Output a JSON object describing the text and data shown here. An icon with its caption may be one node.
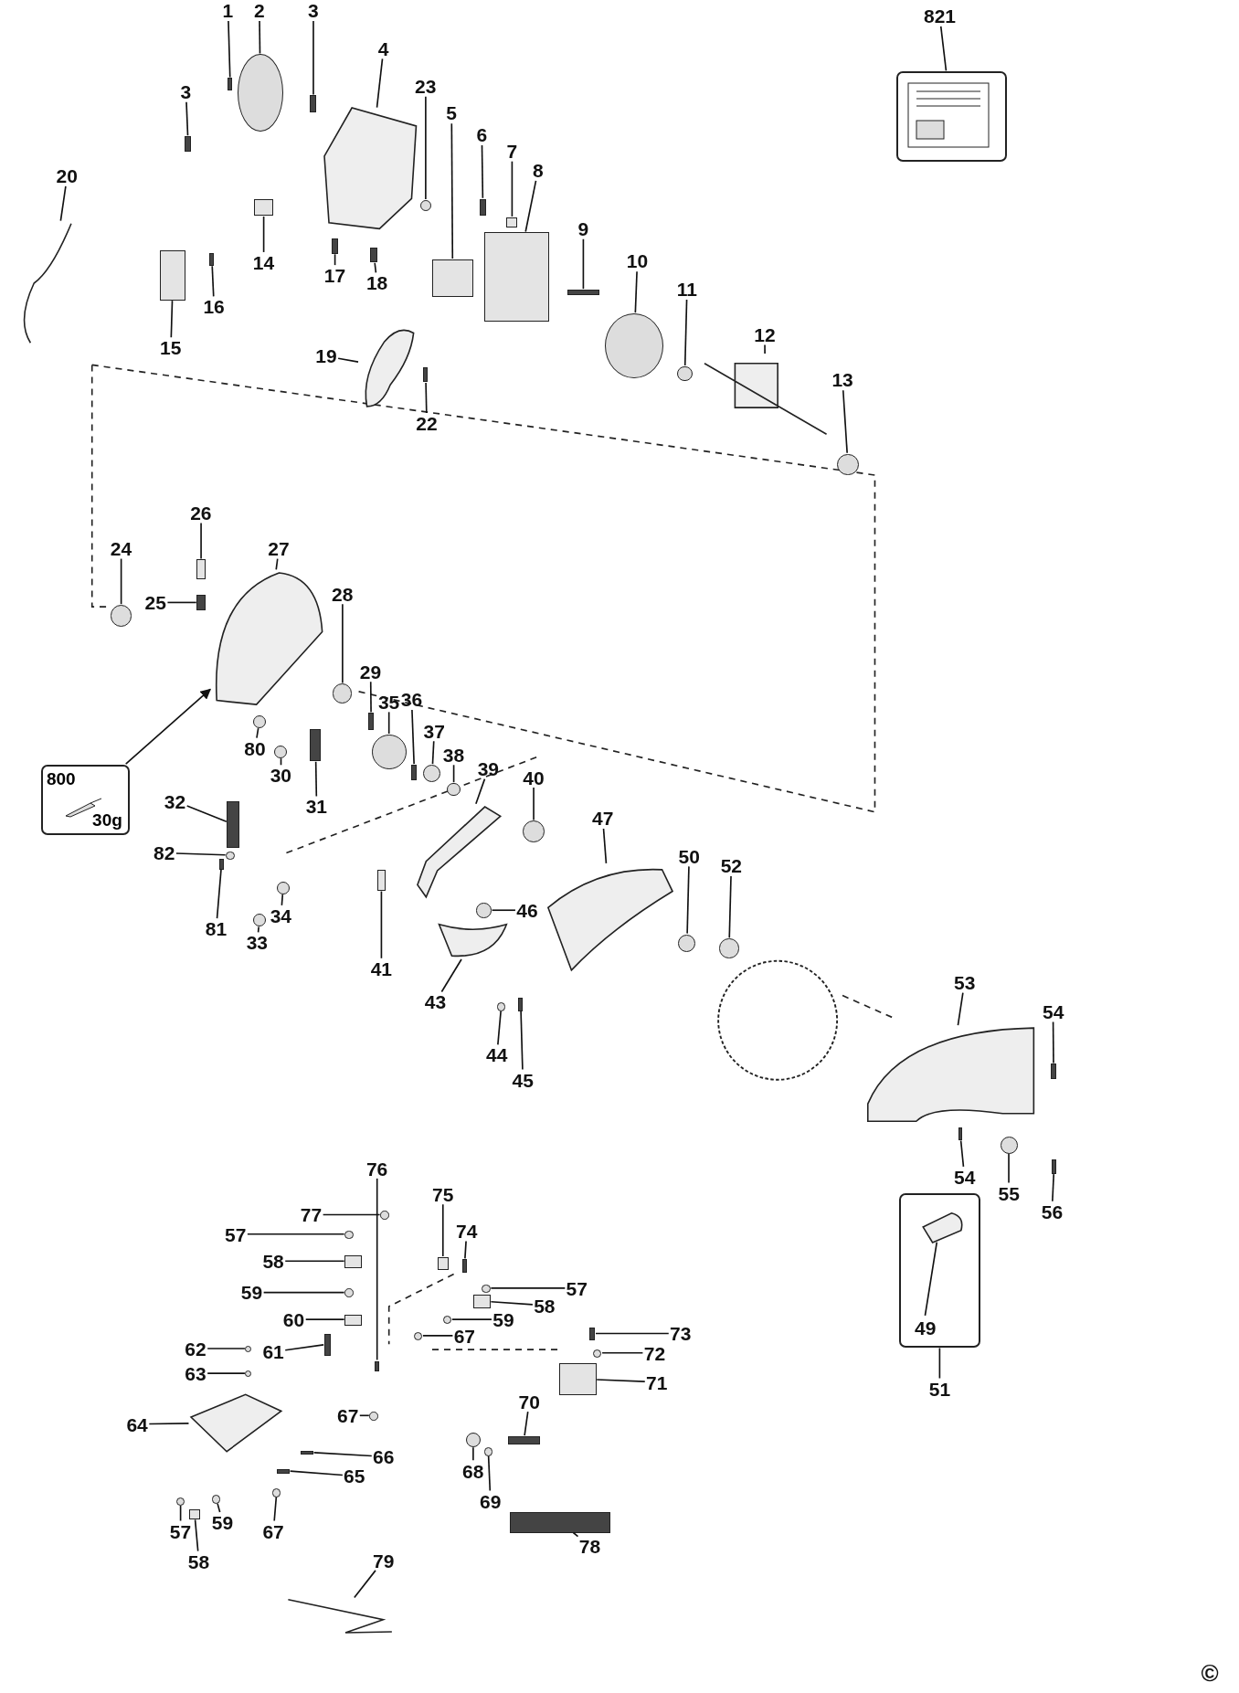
{
  "diagram": {
    "nodes": [
      {
        "text": [
          "1"
        ]
      },
      {
        "text": [],
        "shape": "bar"
      },
      {
        "text": [
          "2"
        ]
      },
      {
        "text": [],
        "shape": "circle"
      },
      {
        "text": [
          "3"
        ]
      },
      {
        "text": [],
        "shape": "bar"
      },
      {
        "text": [
          "821"
        ]
      },
      {
        "text": [],
        "shape": "box"
      },
      {
        "text": [
          "4"
        ]
      },
      {
        "text": [],
        "shape": "picture"
      },
      {
        "text": [
          "23"
        ]
      },
      {
        "text": [],
        "shape": "circle"
      },
      {
        "text": [
          "3"
        ]
      },
      {
        "text": [],
        "shape": "bar"
      },
      {
        "text": [
          "5"
        ]
      },
      {
        "text": [],
        "shape": "box"
      },
      {
        "text": [
          "6"
        ]
      },
      {
        "text": [],
        "shape": "bar"
      },
      {
        "text": [
          "7"
        ]
      },
      {
        "text": [],
        "shape": "box"
      },
      {
        "text": [
          "8"
        ]
      },
      {
        "text": [],
        "shape": "box"
      },
      {
        "text": [
          "20"
        ]
      },
      {
        "text": [],
        "shape": "picture"
      },
      {
        "text": [
          "9"
        ]
      },
      {
        "text": [],
        "shape": "bar"
      },
      {
        "text": [
          "10"
        ]
      },
      {
        "text": [],
        "shape": "circle"
      },
      {
        "text": [
          "14"
        ]
      },
      {
        "text": [],
        "shape": "box"
      },
      {
        "text": [
          "17"
        ]
      },
      {
        "text": [],
        "shape": "bar"
      },
      {
        "text": [
          "18"
        ]
      },
      {
        "text": [],
        "shape": "bar"
      },
      {
        "text": [
          "11"
        ]
      },
      {
        "text": [],
        "shape": "circle"
      },
      {
        "text": [
          "16"
        ]
      },
      {
        "text": [],
        "shape": "bar"
      },
      {
        "text": [
          "12"
        ]
      },
      {
        "text": [],
        "shape": "picture"
      },
      {
        "text": [
          "15"
        ]
      },
      {
        "text": [],
        "shape": "box"
      },
      {
        "text": [
          "19"
        ]
      },
      {
        "text": [],
        "shape": "picture"
      },
      {
        "text": [
          "13"
        ]
      },
      {
        "text": [],
        "shape": "circle"
      },
      {
        "text": [
          "22"
        ]
      },
      {
        "text": [],
        "shape": "bar"
      },
      {
        "text": [
          "26"
        ]
      },
      {
        "text": [],
        "shape": "box"
      },
      {
        "text": [
          "24"
        ]
      },
      {
        "text": [],
        "shape": "circle"
      },
      {
        "text": [
          "27"
        ]
      },
      {
        "text": [],
        "shape": "picture"
      },
      {
        "text": [
          "28"
        ]
      },
      {
        "text": [],
        "shape": "circle"
      },
      {
        "text": [
          "25"
        ]
      },
      {
        "text": [],
        "shape": "bar"
      },
      {
        "text": [
          "29"
        ]
      },
      {
        "text": [],
        "shape": "bar"
      },
      {
        "text": [
          "36"
        ]
      },
      {
        "text": [],
        "shape": "bar"
      },
      {
        "text": [
          "35"
        ]
      },
      {
        "text": [],
        "shape": "circle"
      },
      {
        "text": [
          "37"
        ]
      },
      {
        "text": [],
        "shape": "circle"
      },
      {
        "text": [
          "80"
        ]
      },
      {
        "text": [],
        "shape": "circle"
      },
      {
        "text": [
          "38"
        ]
      },
      {
        "text": [],
        "shape": "circle"
      },
      {
        "text": [
          "800",
          "30g"
        ]
      },
      {
        "text": [
          "39"
        ]
      },
      {
        "text": [],
        "shape": "picture"
      },
      {
        "text": [
          "30"
        ]
      },
      {
        "text": [],
        "shape": "circle"
      },
      {
        "text": [
          "40"
        ]
      },
      {
        "text": [],
        "shape": "circle"
      },
      {
        "text": [
          "32"
        ]
      },
      {
        "text": [],
        "shape": "bar"
      },
      {
        "text": [
          "31"
        ]
      },
      {
        "text": [],
        "shape": "bar"
      },
      {
        "text": [
          "47"
        ]
      },
      {
        "text": [],
        "shape": "picture"
      },
      {
        "text": [
          "82"
        ]
      },
      {
        "text": [],
        "shape": "circle"
      },
      {
        "text": [
          "50"
        ]
      },
      {
        "text": [],
        "shape": "circle"
      },
      {
        "text": [
          "52"
        ]
      },
      {
        "text": [],
        "shape": "circle"
      },
      {
        "text": [
          "46"
        ]
      },
      {
        "text": [],
        "shape": "circle"
      },
      {
        "text": [
          "34"
        ]
      },
      {
        "text": [],
        "shape": "circle"
      },
      {
        "text": [
          "81"
        ]
      },
      {
        "text": [],
        "shape": "bar"
      },
      {
        "text": [
          "33"
        ]
      },
      {
        "text": [],
        "shape": "circle"
      },
      {
        "text": [
          "41"
        ]
      },
      {
        "text": [],
        "shape": "box"
      },
      {
        "text": [
          "43"
        ]
      },
      {
        "text": [],
        "shape": "picture"
      },
      {
        "text": [
          "53"
        ]
      },
      {
        "text": [],
        "shape": "picture"
      },
      {
        "text": [
          "54"
        ]
      },
      {
        "text": [],
        "shape": "bar"
      },
      {
        "text": [
          "44"
        ]
      },
      {
        "text": [],
        "shape": "circle"
      },
      {
        "text": [
          "45"
        ]
      },
      {
        "text": [],
        "shape": "bar"
      },
      {
        "text": [
          "76"
        ]
      },
      {
        "text": [],
        "shape": "bar"
      },
      {
        "text": [
          "54"
        ]
      },
      {
        "text": [],
        "shape": "bar"
      },
      {
        "text": [
          "55"
        ]
      },
      {
        "text": [],
        "shape": "circle"
      },
      {
        "text": [],
        "shape": "box"
      },
      {
        "text": [
          "49"
        ],
        "in": 115
      },
      {
        "text": [],
        "shape": "picture",
        "in": 115
      },
      {
        "text": [
          "75"
        ]
      },
      {
        "text": [],
        "shape": "box"
      },
      {
        "text": [
          "56"
        ]
      },
      {
        "text": [],
        "shape": "bar"
      },
      {
        "text": [
          "77"
        ]
      },
      {
        "text": [],
        "shape": "circle"
      },
      {
        "text": [
          "74"
        ]
      },
      {
        "text": [],
        "shape": "bar"
      },
      {
        "text": [
          "57"
        ]
      },
      {
        "text": [],
        "shape": "circle"
      },
      {
        "text": [
          "58"
        ]
      },
      {
        "text": [],
        "shape": "box"
      },
      {
        "text": [
          "57"
        ]
      },
      {
        "text": [],
        "shape": "circle"
      },
      {
        "text": [
          "59"
        ]
      },
      {
        "text": [],
        "shape": "circle"
      },
      {
        "text": [
          "58"
        ]
      },
      {
        "text": [],
        "shape": "box"
      },
      {
        "text": [
          "60"
        ]
      },
      {
        "text": [],
        "shape": "box"
      },
      {
        "text": [
          "59"
        ]
      },
      {
        "text": [],
        "shape": "circle"
      },
      {
        "text": [
          "73"
        ]
      },
      {
        "text": [],
        "shape": "bar"
      },
      {
        "text": [
          "67"
        ]
      },
      {
        "text": [],
        "shape": "circle"
      },
      {
        "text": [
          "62"
        ]
      },
      {
        "text": [],
        "shape": "circle"
      },
      {
        "text": [
          "61"
        ]
      },
      {
        "text": [],
        "shape": "bar"
      },
      {
        "text": [
          "72"
        ]
      },
      {
        "text": [],
        "shape": "circle"
      },
      {
        "text": [
          "63"
        ]
      },
      {
        "text": [],
        "shape": "circle"
      },
      {
        "text": [
          "71"
        ]
      },
      {
        "text": [],
        "shape": "box"
      },
      {
        "text": [
          "51"
        ]
      },
      {
        "text": [
          "70"
        ]
      },
      {
        "text": [],
        "shape": "bar"
      },
      {
        "text": [
          "67"
        ]
      },
      {
        "text": [],
        "shape": "circle"
      },
      {
        "text": [
          "64"
        ]
      },
      {
        "text": [],
        "shape": "picture"
      },
      {
        "text": [
          "66"
        ]
      },
      {
        "text": [],
        "shape": "bar"
      },
      {
        "text": [
          "68"
        ]
      },
      {
        "text": [],
        "shape": "circle"
      },
      {
        "text": [
          "65"
        ]
      },
      {
        "text": [],
        "shape": "bar"
      },
      {
        "text": [
          "69"
        ]
      },
      {
        "text": [],
        "shape": "circle"
      },
      {
        "text": [
          "59"
        ]
      },
      {
        "text": [],
        "shape": "circle"
      },
      {
        "text": [
          "57"
        ]
      },
      {
        "text": [],
        "shape": "circle"
      },
      {
        "text": [
          "67"
        ]
      },
      {
        "text": [],
        "shape": "circle"
      },
      {
        "text": [
          "78"
        ]
      },
      {
        "text": [],
        "shape": "bar"
      },
      {
        "text": [
          "58"
        ]
      },
      {
        "text": [],
        "shape": "box"
      },
      {
        "text": [
          "79"
        ]
      },
      {
        "text": [],
        "shape": "picture"
      }
    ],
    "edges": [
      {
        "from": 0,
        "to": 1,
        "arrow": "none"
      },
      {
        "from": 2,
        "to": 3,
        "arrow": "none"
      },
      {
        "from": 4,
        "to": 5,
        "arrow": "none"
      },
      {
        "from": 6,
        "to": 7,
        "arrow": "none"
      },
      {
        "from": 8,
        "to": 9,
        "arrow": "none"
      },
      {
        "from": 10,
        "to": 11,
        "arrow": "none"
      },
      {
        "from": 12,
        "to": 13,
        "arrow": "none"
      },
      {
        "from": 14,
        "to": 15,
        "arrow": "none"
      },
      {
        "from": 16,
        "to": 17,
        "arrow": "none"
      },
      {
        "from": 18,
        "to": 19,
        "arrow": "none"
      },
      {
        "from": 20,
        "to": 21,
        "arrow": "none"
      },
      {
        "from": 22,
        "to": 23,
        "arrow": "none"
      },
      {
        "from": 24,
        "to": 25,
        "arrow": "none"
      },
      {
        "from": 26,
        "to": 27,
        "arrow": "none"
      },
      {
        "from": 28,
        "to": 29,
        "arrow": "none"
      },
      {
        "from": 30,
        "to": 31,
        "arrow": "none"
      },
      {
        "from": 32,
        "to": 33,
        "arrow": "none"
      },
      {
        "from": 34,
        "to": 35,
        "arrow": "none"
      },
      {
        "from": 36,
        "to": 37,
        "arrow": "none"
      },
      {
        "from": 38,
        "to": 39,
        "arrow": "none"
      },
      {
        "from": 40,
        "to": 41,
        "arrow": "none"
      },
      {
        "from": 42,
        "to": 43,
        "arrow": "none"
      },
      {
        "from": 44,
        "to": 45,
        "arrow": "none"
      },
      {
        "from": 46,
        "to": 47,
        "arrow": "none"
      },
      {
        "from": 48,
        "to": 49,
        "arrow": "none"
      },
      {
        "from": 50,
        "to": 51,
        "arrow": "none"
      },
      {
        "from": 52,
        "to": 53,
        "arrow": "none"
      },
      {
        "from": 54,
        "to": 55,
        "arrow": "none"
      },
      {
        "from": 56,
        "to": 57,
        "arrow": "none"
      },
      {
        "from": 58,
        "to": 59,
        "arrow": "none"
      },
      {
        "from": 60,
        "to": 61,
        "arrow": "none"
      },
      {
        "from": 62,
        "to": 63,
        "arrow": "none"
      },
      {
        "from": 64,
        "to": 65,
        "arrow": "none"
      },
      {
        "from": 66,
        "to": 67,
        "arrow": "none"
      },
      {
        "from": 68,
        "to": 69,
        "arrow": "none"
      },
      {
        "from": 70,
        "to": 53,
        "arrow": "to"
      },
      {
        "from": 71,
        "to": 72,
        "arrow": "none"
      },
      {
        "from": 73,
        "to": 74,
        "arrow": "none"
      },
      {
        "from": 75,
        "to": 76,
        "arrow": "none"
      },
      {
        "from": 77,
        "to": 78,
        "arrow": "none"
      },
      {
        "from": 79,
        "to": 80,
        "arrow": "none"
      },
      {
        "from": 81,
        "to": 82,
        "arrow": "none"
      },
      {
        "from": 83,
        "to": 84,
        "arrow": "none"
      },
      {
        "from": 85,
        "to": 86,
        "arrow": "none"
      },
      {
        "from": 87,
        "to": 88,
        "arrow": "none"
      },
      {
        "from": 89,
        "to": 90,
        "arrow": "none"
      },
      {
        "from": 91,
        "to": 92,
        "arrow": "none"
      },
      {
        "from": 93,
        "to": 94,
        "arrow": "none"
      },
      {
        "from": 95,
        "to": 96,
        "arrow": "none"
      },
      {
        "from": 97,
        "to": 98,
        "arrow": "none"
      },
      {
        "from": 99,
        "to": 100,
        "arrow": "none"
      },
      {
        "from": 101,
        "to": 102,
        "arrow": "none"
      },
      {
        "from": 103,
        "to": 104,
        "arrow": "none"
      },
      {
        "from": 105,
        "to": 106,
        "arrow": "none"
      },
      {
        "from": 107,
        "to": 108,
        "arrow": "none"
      },
      {
        "from": 109,
        "to": 110,
        "arrow": "none"
      },
      {
        "from": 111,
        "to": 112,
        "arrow": "none"
      },
      {
        "from": 113,
        "to": 114,
        "arrow": "none"
      },
      {
        "from": 116,
        "to": 117,
        "arrow": "none"
      },
      {
        "from": 118,
        "to": 119,
        "arrow": "none"
      },
      {
        "from": 120,
        "to": 121,
        "arrow": "none"
      },
      {
        "from": 122,
        "to": 123,
        "arrow": "none"
      },
      {
        "from": 124,
        "to": 125,
        "arrow": "none"
      },
      {
        "from": 126,
        "to": 127,
        "arrow": "none"
      },
      {
        "from": 128,
        "to": 129,
        "arrow": "none"
      },
      {
        "from": 130,
        "to": 131,
        "arrow": "none"
      },
      {
        "from": 132,
        "to": 133,
        "arrow": "none"
      },
      {
        "from": 134,
        "to": 135,
        "arrow": "none"
      },
      {
        "from": 136,
        "to": 137,
        "arrow": "none"
      },
      {
        "from": 138,
        "to": 139,
        "arrow": "none"
      },
      {
        "from": 140,
        "to": 141,
        "arrow": "none"
      },
      {
        "from": 142,
        "to": 143,
        "arrow": "none"
      },
      {
        "from": 144,
        "to": 145,
        "arrow": "none"
      },
      {
        "from": 146,
        "to": 147,
        "arrow": "none"
      },
      {
        "from": 148,
        "to": 149,
        "arrow": "none"
      },
      {
        "from": 150,
        "to": 151,
        "arrow": "none"
      },
      {
        "from": 152,
        "to": 153,
        "arrow": "none"
      },
      {
        "from": 154,
        "to": 115,
        "arrow": "none"
      },
      {
        "from": 155,
        "to": 156,
        "arrow": "none"
      },
      {
        "from": 157,
        "to": 158,
        "arrow": "none"
      },
      {
        "from": 159,
        "to": 160,
        "arrow": "none"
      },
      {
        "from": 161,
        "to": 162,
        "arrow": "none"
      },
      {
        "from": 163,
        "to": 164,
        "arrow": "none"
      },
      {
        "from": 165,
        "to": 166,
        "arrow": "none"
      },
      {
        "from": 167,
        "to": 168,
        "arrow": "none"
      },
      {
        "from": 169,
        "to": 170,
        "arrow": "none"
      },
      {
        "from": 171,
        "to": 172,
        "arrow": "none"
      },
      {
        "from": 173,
        "to": 174,
        "arrow": "none"
      },
      {
        "from": 175,
        "to": 176,
        "arrow": "none"
      },
      {
        "from": 177,
        "to": 178,
        "arrow": "none"
      },
      {
        "from": 179,
        "to": 180,
        "arrow": "none"
      }
    ],
    "labels": [
      "©"
    ]
  }
}
